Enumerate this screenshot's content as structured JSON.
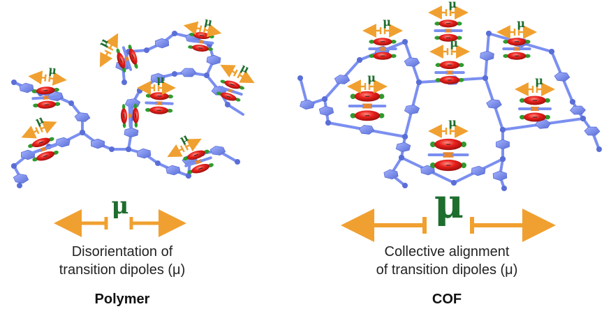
{
  "colors": {
    "linker": "#7b8ff0",
    "linker_dark": "#5a6fd6",
    "dipole_red": "#e8201c",
    "dipole_dark": "#9c0f0c",
    "terminal_green": "#2e9b2e",
    "bridge_orange": "#e6862f",
    "arrow_orange": "#f0a030",
    "mu_green": "#1e6e2e"
  },
  "icons": [
    "dipole-icon",
    "dipole-arrow-icon",
    "linker-hexagon-icon"
  ],
  "symbol": "μ",
  "polymer": {
    "caption_line1": "Disorientation of",
    "caption_line2": "transition dipoles (μ)",
    "label": "Polymer"
  },
  "cof": {
    "caption_line1": "Collective alignment",
    "caption_line2": "of transition dipoles (μ)",
    "label": "COF"
  }
}
